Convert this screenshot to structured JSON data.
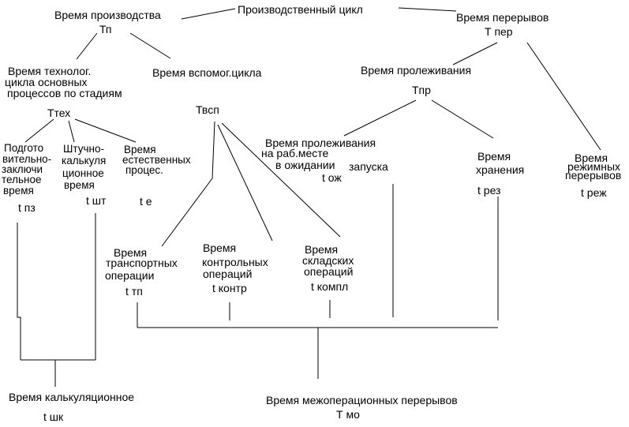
{
  "nodes": {
    "production_cycle": "Производственный цикл",
    "production_time": "Время производства",
    "production_time_sym": "Тп",
    "breaks_time": "Время перерывов",
    "breaks_time_sym": "Т пер",
    "tech_cycle_l1": "Время технолог.",
    "tech_cycle_l2": "цикла основных",
    "tech_cycle_l3": "процессов по стадиям",
    "tech_cycle_sym": "Ттех",
    "aux_cycle": "Время вспомог.цикла",
    "aux_cycle_sym": "Твсп",
    "lying_time": "Время пролеживания",
    "lying_time_sym": "Tпр",
    "prep_l1": "Подгото",
    "prep_l2": "вительно-",
    "prep_l3": "заключи",
    "prep_l4": "тельное",
    "prep_l5": "время",
    "prep_sym": "t пз",
    "piece_l1": "Штучно-",
    "piece_l2": "калькуля",
    "piece_l3": "ционное",
    "piece_l4": "время",
    "piece_sym": "t шт",
    "natural_l1": "Время",
    "natural_l2": "естественных",
    "natural_l3": "процес.",
    "natural_sym": "t е",
    "wait_l1": "Время пролеживания",
    "wait_l2": "на раб.месте",
    "wait_l3": "в ожидании",
    "wait_l4": "запуска",
    "wait_sym": "t ож",
    "storage_l1": "Время",
    "storage_l2": "хранения",
    "storage_sym": "t рез",
    "regime_l1": "Время",
    "regime_l2": "режимных",
    "regime_l3": "перерывов",
    "regime_sym": "t реж",
    "transport_l1": "Время",
    "transport_l2": "транспортных",
    "transport_l3": "операции",
    "transport_sym": "t тп",
    "control_l1": "Время",
    "control_l2": "контрольных",
    "control_l3": "операций",
    "control_sym": "t контр",
    "warehouse_l1": "Время",
    "warehouse_l2": "складских",
    "warehouse_l3": "операций",
    "warehouse_sym": "t компл",
    "calc_time": "Время калькуляционное",
    "calc_time_sym": "t шк",
    "interop": "Время межоперационных перерывов",
    "interop_sym": "Т мо"
  },
  "colors": {
    "line": "#000000",
    "text": "#000000",
    "background": "#ffffff"
  }
}
